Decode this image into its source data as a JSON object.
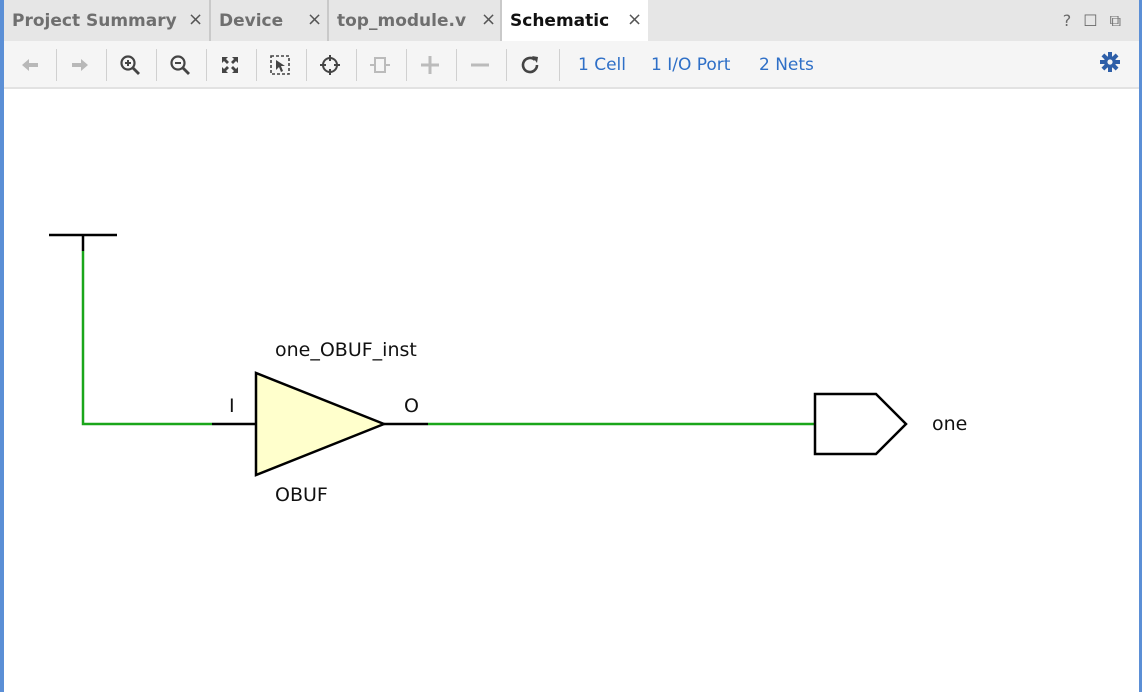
{
  "tabs": [
    {
      "label": "Project Summary",
      "active": false
    },
    {
      "label": "Device",
      "active": false
    },
    {
      "label": "top_module.v",
      "active": false
    },
    {
      "label": "Schematic",
      "active": true
    }
  ],
  "close_glyph": "×",
  "window_controls": {
    "help": "?",
    "maximize": "☐",
    "float": "⧉"
  },
  "toolbar": {
    "buttons": [
      "back-icon",
      "forward-icon",
      "zoom-in-icon",
      "zoom-out-icon",
      "fit-icon",
      "zoom-selection-icon",
      "crosshair-icon",
      "route-icon",
      "expand-icon",
      "collapse-icon",
      "refresh-icon"
    ],
    "stats": {
      "cells": "1 Cell",
      "ports": "1 I/O Port",
      "nets": "2 Nets"
    }
  },
  "schematic": {
    "instance_name": "one_OBUF_inst",
    "cell_type": "OBUF",
    "pin_in": "I",
    "pin_out": "O",
    "port_name": "one",
    "net_color": "#1aa61a",
    "buffer_fill": "#ffffcc"
  }
}
